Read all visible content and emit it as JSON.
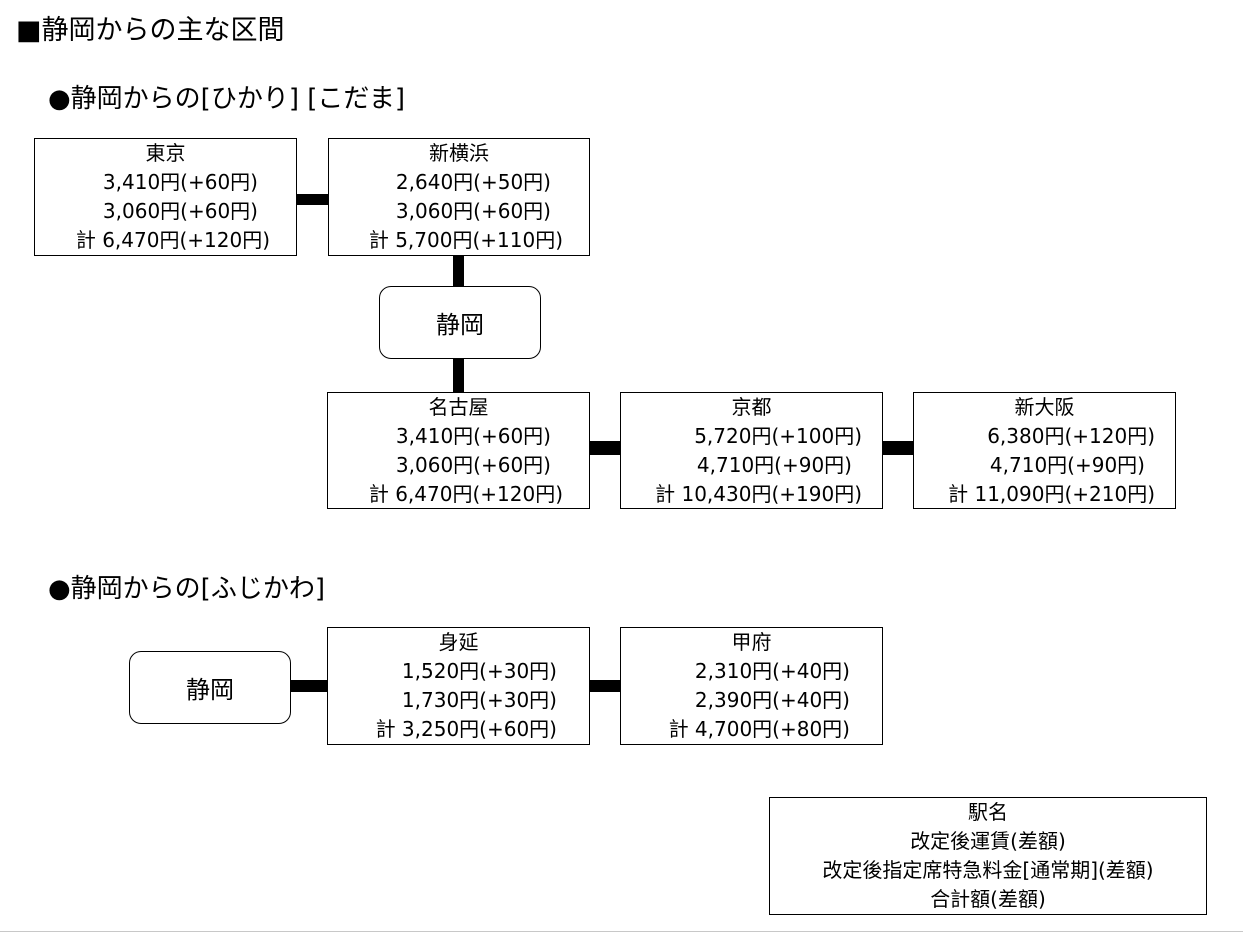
{
  "title": "■静岡からの主な区間",
  "sections": {
    "hikari": {
      "heading": "●静岡からの[ひかり] [こだま]",
      "hub": "静岡",
      "stations": [
        {
          "name": "東京",
          "fare": "3,410円(+60円)",
          "express": "3,060円(+60円)",
          "total": "計 6,470円(+120円)"
        },
        {
          "name": "新横浜",
          "fare": "2,640円(+50円)",
          "express": "3,060円(+60円)",
          "total": "計 5,700円(+110円)"
        },
        {
          "name": "名古屋",
          "fare": "3,410円(+60円)",
          "express": "3,060円(+60円)",
          "total": "計 6,470円(+120円)"
        },
        {
          "name": "京都",
          "fare": "5,720円(+100円)",
          "express": "4,710円(+90円)",
          "total": "計 10,430円(+190円)"
        },
        {
          "name": "新大阪",
          "fare": "6,380円(+120円)",
          "express": "4,710円(+90円)",
          "total": "計 11,090円(+210円)"
        }
      ]
    },
    "fujikawa": {
      "heading": "●静岡からの[ふじかわ]",
      "hub": "静岡",
      "stations": [
        {
          "name": "身延",
          "fare": "1,520円(+30円)",
          "express": "1,730円(+30円)",
          "total": "計 3,250円(+60円)"
        },
        {
          "name": "甲府",
          "fare": "2,310円(+40円)",
          "express": "2,390円(+40円)",
          "total": "計 4,700円(+80円)"
        }
      ]
    }
  },
  "legend": {
    "line1": "駅名",
    "line2": "改定後運賃(差額)",
    "line3": "改定後指定席特急料金[通常期](差額)",
    "line4": "合計額(差額)"
  }
}
